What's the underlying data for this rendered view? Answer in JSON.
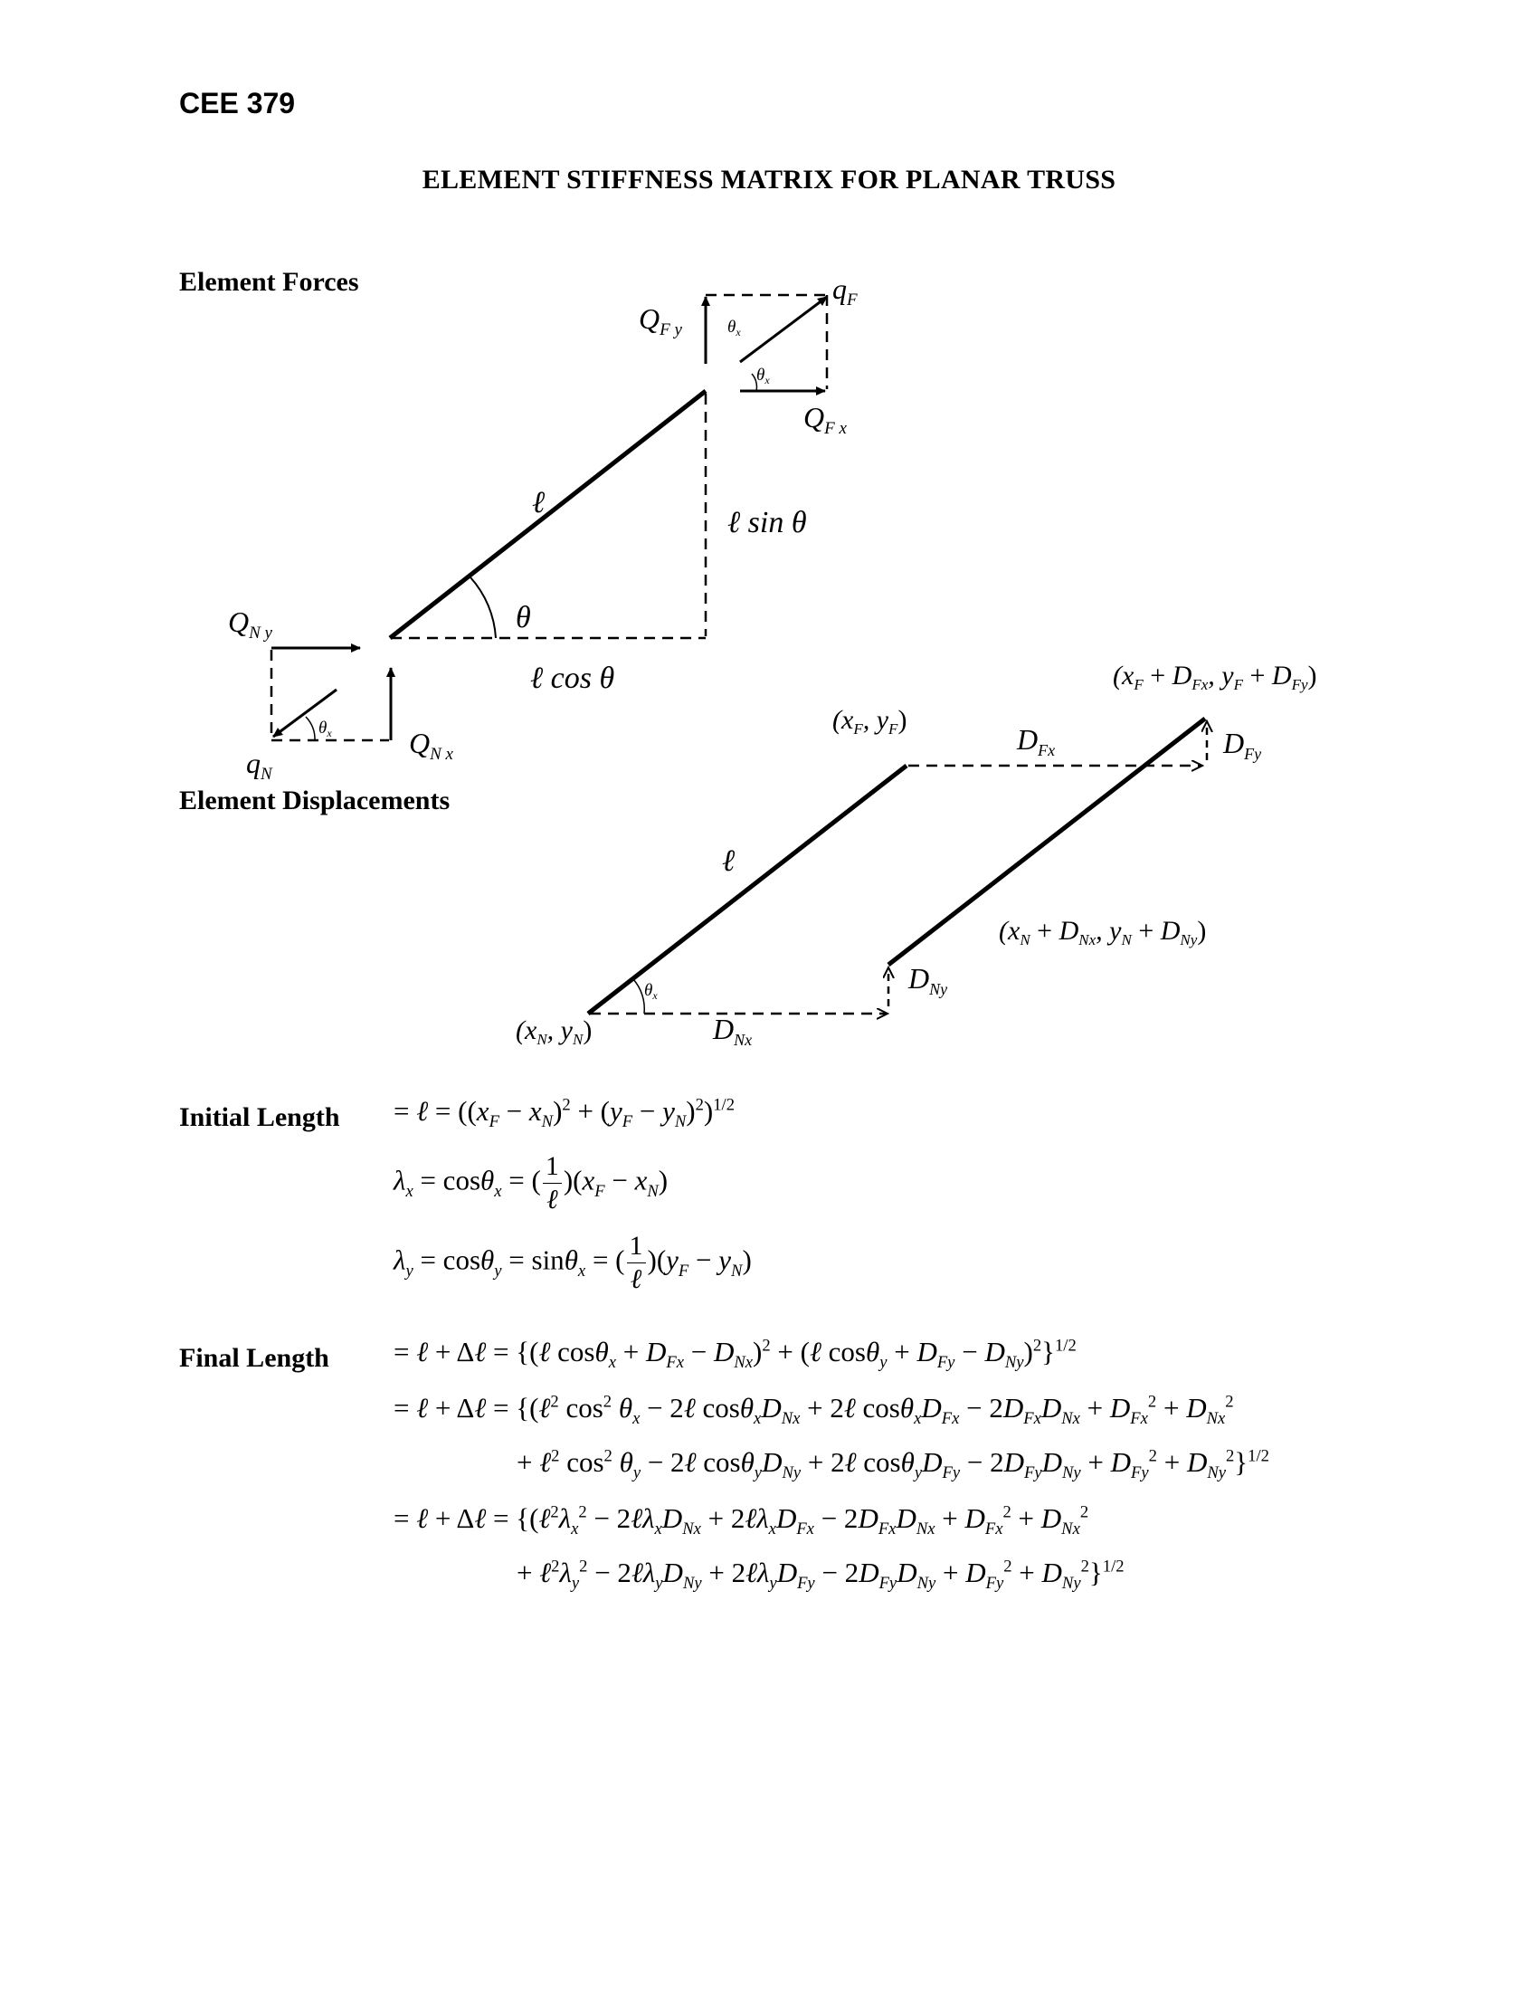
{
  "course": "CEE 379",
  "title": "ELEMENT STIFFNESS MATRIX FOR PLANAR TRUSS",
  "sections": {
    "forces": "Element Forces",
    "displacements": "Element Displacements",
    "initial_length": "Initial Length",
    "final_length": "Final Length"
  },
  "forces_diagram": {
    "QFy": "Q",
    "QFy_sub": "F y",
    "QFx": "Q",
    "QFx_sub": "F x",
    "qF": "q",
    "qF_sub": "F",
    "QNy": "Q",
    "QNy_sub": "N y",
    "QNx": "Q",
    "QNx_sub": "N x",
    "qN": "q",
    "qN_sub": "N",
    "theta_x": "θ",
    "theta_x_sub": "x",
    "ell": "ℓ",
    "lsin": "ℓ sin θ",
    "lcos": "ℓ cos θ",
    "theta": "θ"
  },
  "disp_diagram": {
    "xF_yF": "(x_F, y_F)",
    "final_F": "(x_F + D_Fx, y_F + D_Fy)",
    "final_N": "(x_N + D_Nx, y_N + D_Ny)",
    "xN_yN": "(x_N, y_N)",
    "DFx": "D",
    "DFx_sub": "Fx",
    "DFy": "D",
    "DFy_sub": "Fy",
    "DNx": "D",
    "DNx_sub": "Nx",
    "DNy": "D",
    "DNy_sub": "Ny",
    "ell": "ℓ",
    "theta_x": "θ",
    "theta_x_sub": "x"
  }
}
